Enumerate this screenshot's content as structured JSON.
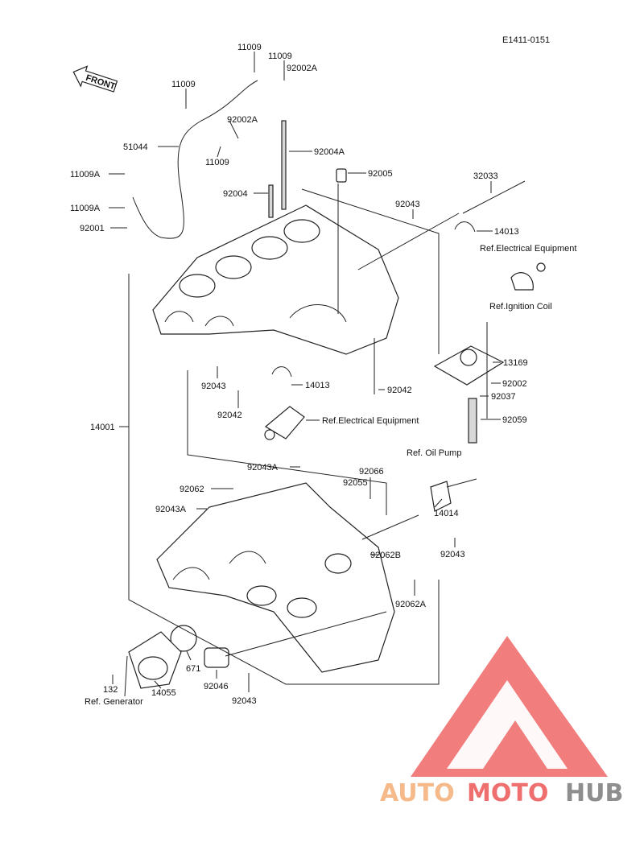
{
  "diagram": {
    "code": "E1411-0151",
    "front_label": "FRONT",
    "parts": [
      {
        "id": "p11009a",
        "label": "11009"
      },
      {
        "id": "p11009b",
        "label": "11009"
      },
      {
        "id": "p11009c",
        "label": "11009"
      },
      {
        "id": "p11009d",
        "label": "11009"
      },
      {
        "id": "p92002a1",
        "label": "92002A"
      },
      {
        "id": "p92002a2",
        "label": "92002A"
      },
      {
        "id": "p51044",
        "label": "51044"
      },
      {
        "id": "p11009A1",
        "label": "11009A"
      },
      {
        "id": "p11009A2",
        "label": "11009A"
      },
      {
        "id": "p92001",
        "label": "92001"
      },
      {
        "id": "p92004a",
        "label": "92004A"
      },
      {
        "id": "p92004",
        "label": "92004"
      },
      {
        "id": "p92005",
        "label": "92005"
      },
      {
        "id": "p32033",
        "label": "32033"
      },
      {
        "id": "p92043a",
        "label": "92043"
      },
      {
        "id": "p14013a",
        "label": "14013"
      },
      {
        "id": "pRefElec1",
        "label": "Ref.Electrical Equipment"
      },
      {
        "id": "pRefIgn",
        "label": "Ref.Ignition Coil"
      },
      {
        "id": "p13169",
        "label": "13169"
      },
      {
        "id": "p92002",
        "label": "92002"
      },
      {
        "id": "p92037",
        "label": "92037"
      },
      {
        "id": "p92059",
        "label": "92059"
      },
      {
        "id": "p92043b",
        "label": "92043"
      },
      {
        "id": "p14013b",
        "label": "14013"
      },
      {
        "id": "p92042a",
        "label": "92042"
      },
      {
        "id": "p92042b",
        "label": "92042"
      },
      {
        "id": "pRefElec2",
        "label": "Ref.Electrical Equipment"
      },
      {
        "id": "p14001",
        "label": "14001"
      },
      {
        "id": "pRefOil",
        "label": "Ref. Oil Pump"
      },
      {
        "id": "p92043A1",
        "label": "92043A"
      },
      {
        "id": "p92066",
        "label": "92066"
      },
      {
        "id": "p92055",
        "label": "92055"
      },
      {
        "id": "p92062",
        "label": "92062"
      },
      {
        "id": "p92043A2",
        "label": "92043A"
      },
      {
        "id": "p14014",
        "label": "14014"
      },
      {
        "id": "p92043c",
        "label": "92043"
      },
      {
        "id": "p92062B",
        "label": "92062B"
      },
      {
        "id": "p92062A",
        "label": "92062A"
      },
      {
        "id": "p671",
        "label": "671"
      },
      {
        "id": "p92046",
        "label": "92046"
      },
      {
        "id": "p92043d",
        "label": "92043"
      },
      {
        "id": "p132",
        "label": "132"
      },
      {
        "id": "p14055",
        "label": "14055"
      },
      {
        "id": "pRefGen",
        "label": "Ref. Generator"
      }
    ]
  },
  "watermark": {
    "part1": "AUTO",
    "part2": "MOTO",
    "part3": "HUB",
    "color_orange": "#f5b98a",
    "color_red": "#ef6f6f",
    "color_gray": "#8e8e8e"
  }
}
